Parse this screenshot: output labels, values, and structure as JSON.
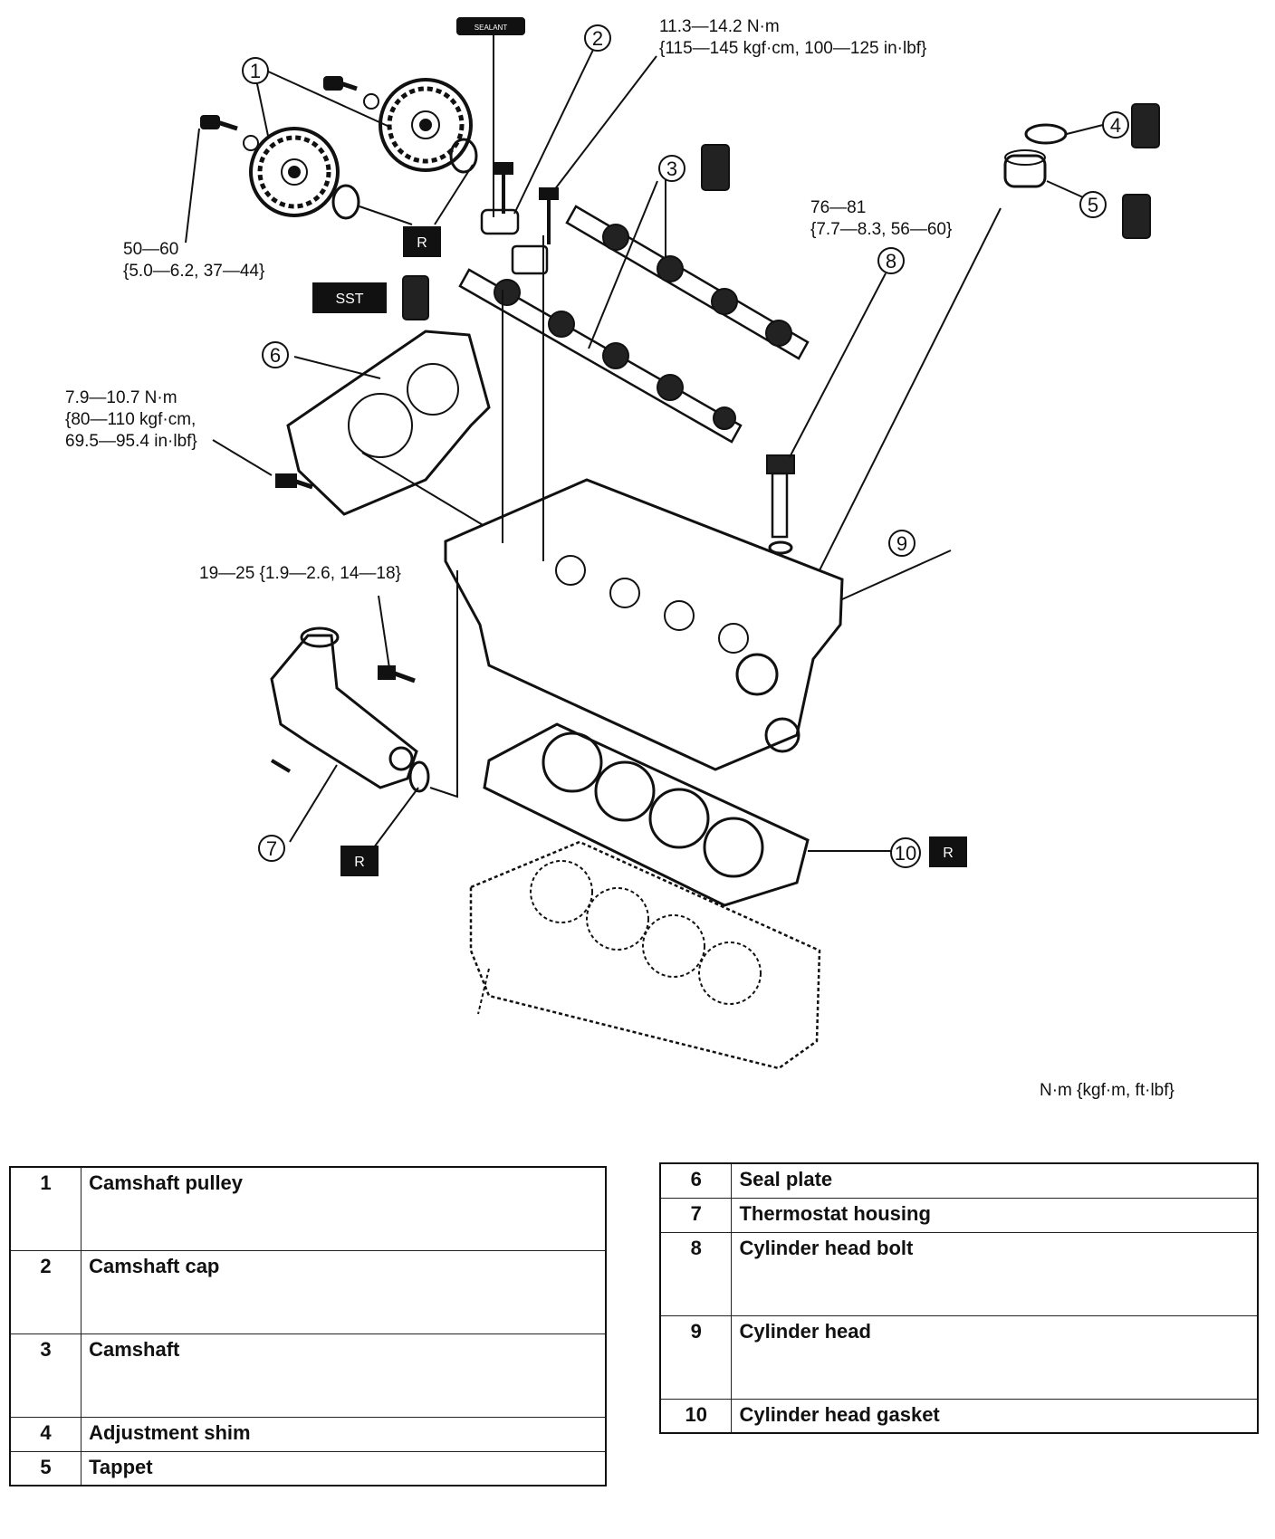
{
  "torque_specs": {
    "camshaft_cap": [
      "11.3—14.2 N·m",
      "{115—145 kgf·cm, 100—125 in·lbf}"
    ],
    "pulley_bolt": [
      "50—60",
      "{5.0—6.2, 37—44}"
    ],
    "head_bolt": [
      "76—81",
      "{7.7—8.3, 56—60}"
    ],
    "seal_plate": [
      "7.9—10.7 N·m",
      "{80—110 kgf·cm,",
      "69.5—95.4 in·lbf}"
    ],
    "thermostat": [
      "19—25 {1.9—2.6, 14—18}"
    ]
  },
  "units_note": "N·m {kgf·m, ft·lbf}",
  "tags": {
    "replace": "R",
    "special_tool": "SST",
    "sealant": "SEALANT"
  },
  "callouts": [
    "1",
    "2",
    "3",
    "4",
    "5",
    "6",
    "7",
    "8",
    "9",
    "10"
  ],
  "legend_left": [
    {
      "num": "1",
      "name": "Camshaft pulley"
    },
    {
      "num": "2",
      "name": "Camshaft cap"
    },
    {
      "num": "3",
      "name": "Camshaft"
    },
    {
      "num": "4",
      "name": "Adjustment shim"
    },
    {
      "num": "5",
      "name": "Tappet"
    }
  ],
  "legend_right": [
    {
      "num": "6",
      "name": "Seal plate"
    },
    {
      "num": "7",
      "name": "Thermostat housing"
    },
    {
      "num": "8",
      "name": "Cylinder head bolt"
    },
    {
      "num": "9",
      "name": "Cylinder head"
    },
    {
      "num": "10",
      "name": "Cylinder head gasket"
    }
  ]
}
